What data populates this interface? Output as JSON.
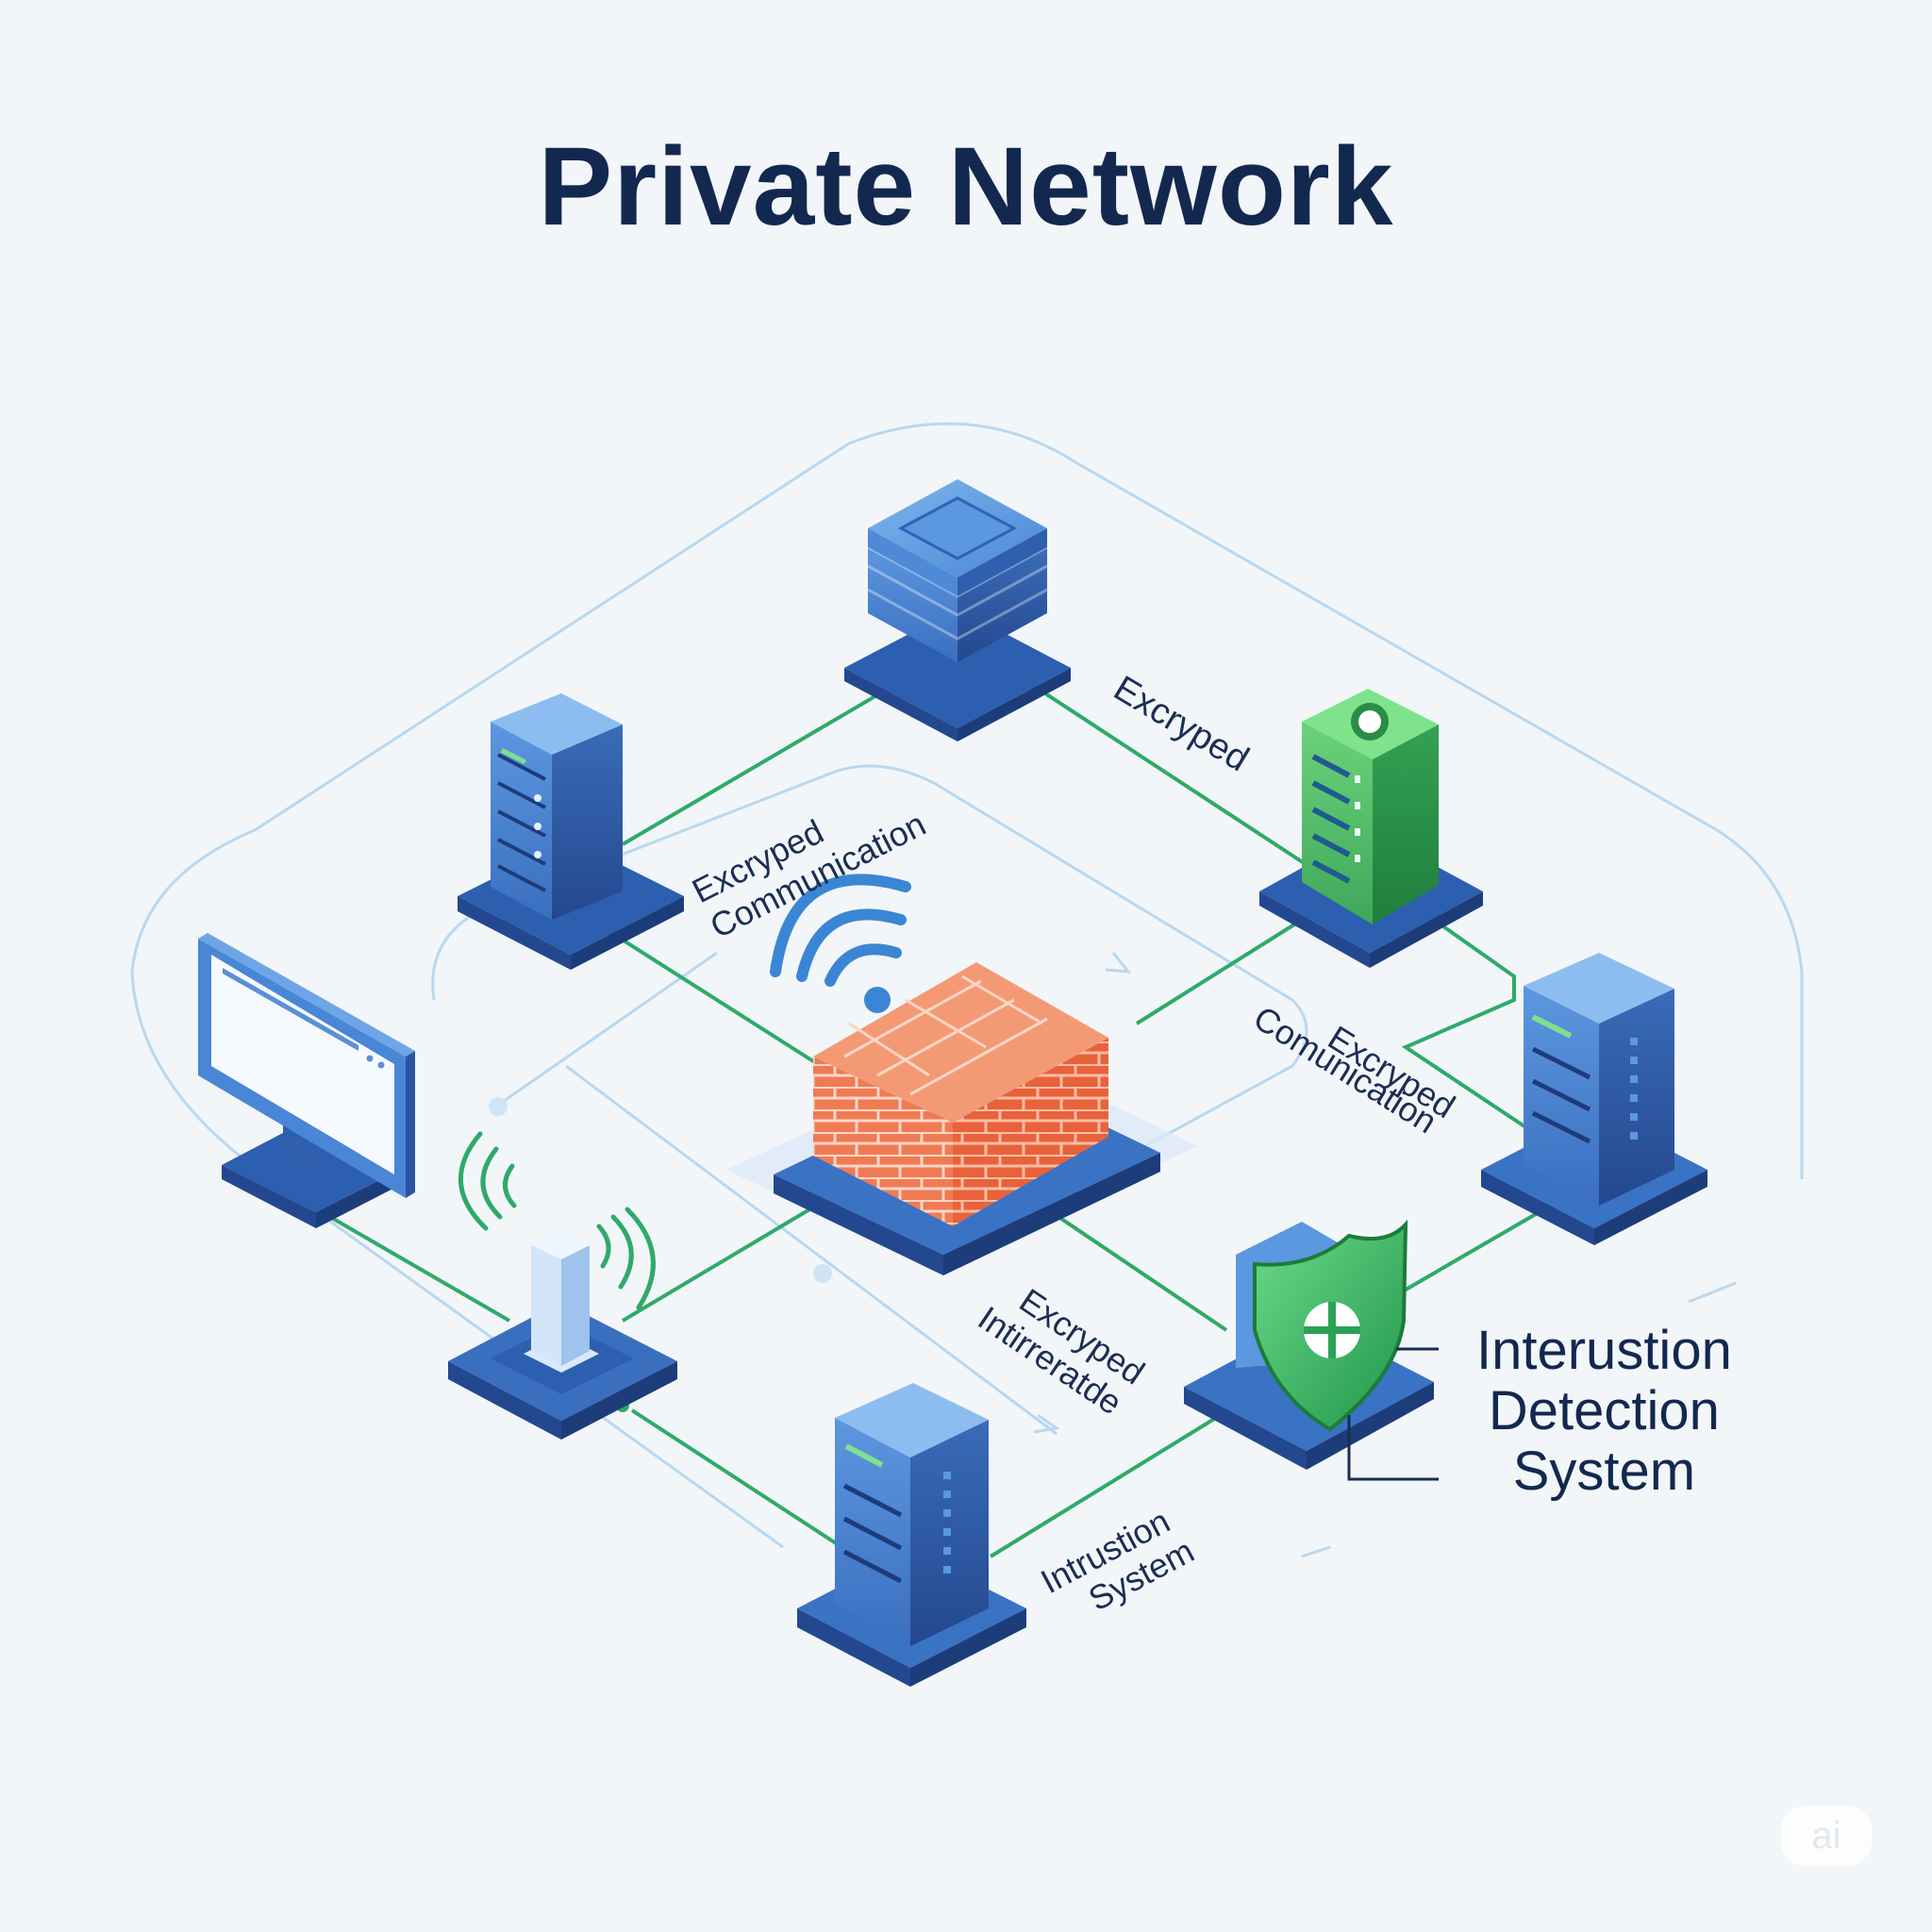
{
  "title": "Private Network",
  "labels": {
    "top_left_line1": "Excryped",
    "top_left_line2": "Communication",
    "top_right": "Excryped",
    "mid_right_line1": "Excryped",
    "mid_right_line2": "Comunication",
    "center_low_line1": "Excryped",
    "center_low_line2": "Intirreratde",
    "bottom_line1": "Intrustion",
    "bottom_line2": "System"
  },
  "ids_label": {
    "line1": "Interustion",
    "line2": "Detection",
    "line3": "System"
  },
  "watermark": "ai",
  "icons": {
    "top_storage": "storage-stack-icon",
    "left_server": "server-rack-icon",
    "green_server": "green-server-icon",
    "monitor": "monitor-icon",
    "firewall": "brick-firewall-icon",
    "wifi": "wifi-icon",
    "access_point": "wireless-access-point-icon",
    "right_server": "server-tower-icon",
    "shield": "shield-icon",
    "bottom_server": "server-tower-icon"
  },
  "colors": {
    "connection": "#2eaa6a",
    "device_blue": "#3f78c9",
    "device_green": "#3cb05a",
    "firewall_brick": "#ee7a52",
    "title": "#13284f"
  }
}
